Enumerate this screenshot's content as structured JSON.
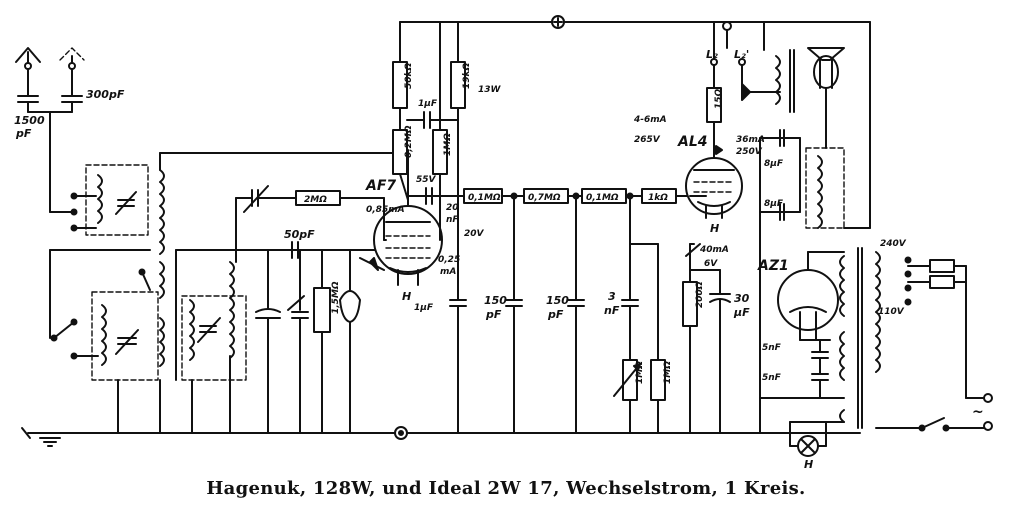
{
  "caption": "Hagenuk, 128W, und Ideal 2W 17, Wechselstrom, 1 Kreis.",
  "colors": {
    "ink": "#111111",
    "paper": "#ffffff"
  },
  "labels": {
    "c_antenna_1": "1500",
    "c_antenna_1_unit": "pF",
    "c_antenna_2": "300pF",
    "tube_af7": "AF7",
    "r_grid": "2MΩ",
    "c_grid": "50pF",
    "r_grid_leak": "1,5MΩ",
    "r_50k": "50kΩ",
    "r_02m_a": "0,2MΩ",
    "c_1uf_top": "1µF",
    "r_19k": "19kΩ",
    "r_1m": "1MΩ",
    "p_13w": "13W",
    "af7_current": "0,85mA",
    "af7_55v": "55V",
    "c_20nf_a": "20",
    "c_20nf_b": "nF",
    "v_20v": "20V",
    "af7_025": "0,25",
    "af7_ma": "mA",
    "c_1uf_bottom": "1µF",
    "r_01m": "0,1MΩ",
    "r_07m": "0,7MΩ",
    "r_01m_b": "0,1MΩ",
    "r_1k": "1kΩ",
    "c_150_a": "150",
    "c_150_a_unit": "pF",
    "c_150_b": "150",
    "c_150_b_unit": "pF",
    "c_3nf_a": "3",
    "c_3nf_b": "nF",
    "pot_1m": "1MΩ",
    "r_1m_b": "1MΩ",
    "tube_al4": "AL4",
    "al4_i1": "4-6mA",
    "al4_265v": "265V",
    "al4_36ma": "36mA",
    "al4_250v": "250V",
    "r_15": "15Ω",
    "al4_40ma": "40mA",
    "al4_6v": "6V",
    "r_200": "200Ω",
    "c_30uf_a": "30",
    "c_30uf_b": "µF",
    "c_8uf_a": "8µF",
    "c_8uf_b": "8µF",
    "l2": "L₂",
    "l2p": "L₂'",
    "tube_az1": "AZ1",
    "c_5nf_a": "5nF",
    "c_5nf_b": "5nF",
    "v_240": "240V",
    "v_110": "110V",
    "h_af7": "H",
    "h_al4": "H",
    "h_lamp": "H",
    "ac_symbol": "~"
  }
}
